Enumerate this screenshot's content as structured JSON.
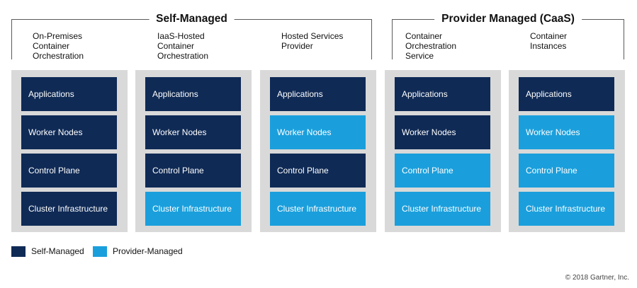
{
  "groups": {
    "self": {
      "title": "Self-Managed"
    },
    "provider": {
      "title": "Provider Managed (CaaS)"
    }
  },
  "columns": [
    {
      "label": "On-Premises\nContainer\nOrchestration",
      "layers": [
        {
          "text": "Applications",
          "managed": "self"
        },
        {
          "text": "Worker Nodes",
          "managed": "self"
        },
        {
          "text": "Control Plane",
          "managed": "self"
        },
        {
          "text": "Cluster Infrastructure",
          "managed": "self"
        }
      ]
    },
    {
      "label": "IaaS-Hosted\nContainer\nOrchestration",
      "layers": [
        {
          "text": "Applications",
          "managed": "self"
        },
        {
          "text": "Worker Nodes",
          "managed": "self"
        },
        {
          "text": "Control Plane",
          "managed": "self"
        },
        {
          "text": "Cluster Infrastructure",
          "managed": "provider"
        }
      ]
    },
    {
      "label": "Hosted Services\nProvider",
      "layers": [
        {
          "text": "Applications",
          "managed": "self"
        },
        {
          "text": "Worker Nodes",
          "managed": "provider"
        },
        {
          "text": "Control Plane",
          "managed": "self"
        },
        {
          "text": "Cluster Infrastructure",
          "managed": "provider"
        }
      ]
    },
    {
      "label": "Container\nOrchestration\nService",
      "layers": [
        {
          "text": "Applications",
          "managed": "self"
        },
        {
          "text": "Worker Nodes",
          "managed": "self"
        },
        {
          "text": "Control Plane",
          "managed": "provider"
        },
        {
          "text": "Cluster Infrastructure",
          "managed": "provider"
        }
      ]
    },
    {
      "label": "Container\nInstances",
      "layers": [
        {
          "text": "Applications",
          "managed": "self"
        },
        {
          "text": "Worker Nodes",
          "managed": "provider"
        },
        {
          "text": "Control Plane",
          "managed": "provider"
        },
        {
          "text": "Cluster Infrastructure",
          "managed": "provider"
        }
      ]
    }
  ],
  "legend": {
    "self_label": "Self-Managed",
    "provider_label": "Provider-Managed"
  },
  "colors": {
    "self": "#0f2a55",
    "provider": "#1a9fdc",
    "panel": "#d9d9d9"
  },
  "copyright": "© 2018 Gartner, Inc."
}
